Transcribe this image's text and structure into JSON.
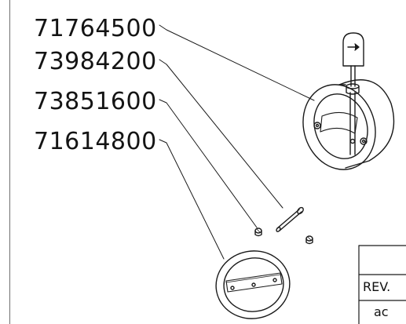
{
  "part_numbers": [
    "71764500",
    "73984200",
    "73851600",
    "71614800"
  ],
  "title_block": {
    "rev_header": "REV.",
    "rev_value": "ac"
  }
}
